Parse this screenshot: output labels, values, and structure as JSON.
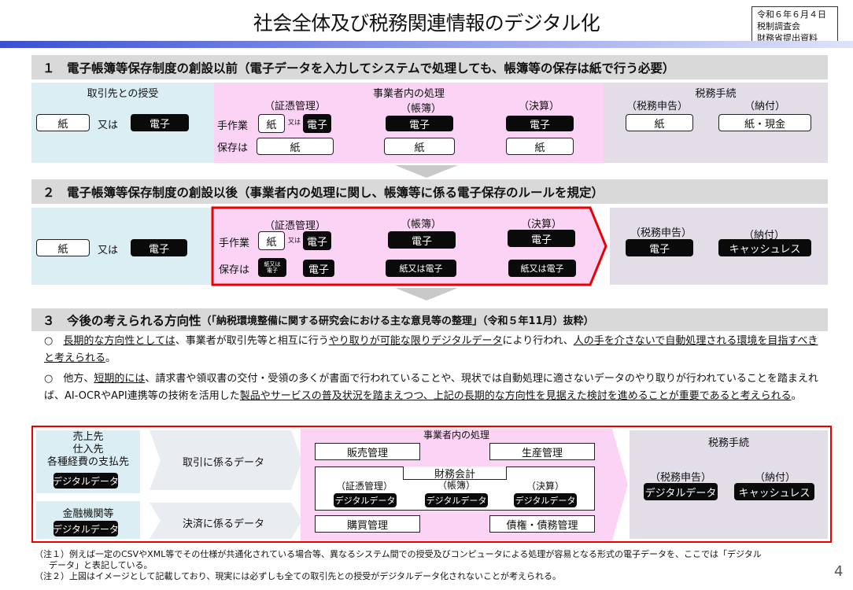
{
  "header": {
    "title": "社会全体及び税務関連情報のデジタル化",
    "date_lines": [
      "令和６年６月４日",
      "税制調査会",
      "財務省提出資料"
    ]
  },
  "s1": {
    "heading": "１　電子帳簿等保存制度の創設以前（電子データを入力してシステムで処理しても、帳簿等の保存は紙で行う必要）",
    "partner": "取引先との授受",
    "paper": "紙",
    "or": "又は",
    "elec": "電子",
    "inner": "事業者内の処理",
    "proof": "（証憑管理）",
    "book": "（帳簿）",
    "settle": "（決算）",
    "manual": "手作業",
    "small_or": "又は",
    "store": "保存は",
    "tax": "税務手続",
    "filing": "（税務申告）",
    "pay": "（納付）",
    "pay_val": "紙・現金"
  },
  "s2": {
    "heading": "２　電子帳簿等保存制度の創設以後（事業者内の処理に関し、帳簿等に係る電子保存のルールを規定）",
    "paper": "紙",
    "or": "又は",
    "elec": "電子",
    "proof": "（証憑管理）",
    "book": "（帳簿）",
    "settle": "（決算）",
    "manual": "手作業",
    "small_or": "又は",
    "store": "保存は",
    "tiny1": "紙又は",
    "tiny2": "電子",
    "paper_or_elec": "紙又は電子",
    "filing": "（税務申告）",
    "pay": "（納付）",
    "cashless": "キャッシュレス"
  },
  "s3": {
    "heading": "３　今後の考えられる方向性",
    "heading_sub": "（「納税環境整備に関する研究会における主な意見等の整理」（令和５年11月）抜粋）",
    "p1": [
      {
        "t": "○　"
      },
      {
        "t": "長期的な方向性としては",
        "u": true
      },
      {
        "t": "、事業者が取引先等と相互に行う"
      },
      {
        "t": "やり取りが可能な限りデジタルデータ",
        "u": true
      },
      {
        "t": "により行われ、"
      },
      {
        "t": "人の手を介さないで自動処理される環境を目指すべきと考えられる",
        "u": true
      },
      {
        "t": "。"
      }
    ],
    "p2": [
      {
        "t": "○　他方、"
      },
      {
        "t": "短期的には",
        "u": true
      },
      {
        "t": "、請求書や領収書の交付・受領の多くが書面で行われていることや、現状では自動処理に適さないデータのやり取りが行われていることを踏まえれば、AI-OCRやAPI連携等の技術を活用した"
      },
      {
        "t": "製品やサービスの普及状況を踏まえつつ、上記の長期的な方向性を見据えた検討を進めることが重要であると考えられる",
        "u": true
      },
      {
        "t": "。"
      }
    ]
  },
  "s4": {
    "customers": [
      "売上先",
      "仕入先",
      "各種経費の支払先"
    ],
    "digital": "デジタルデータ",
    "bank": "金融機関等",
    "trade_data": "取引に係るデータ",
    "settle_data": "決済に係るデータ",
    "inner": "事業者内の処理",
    "sales": "販売管理",
    "production": "生産管理",
    "accounting": "財務会計",
    "proof": "（証憑管理）",
    "book": "（帳簿）",
    "settle": "（決算）",
    "purchase": "購買管理",
    "debt": "債権・債務管理",
    "tax": "税務手続",
    "filing": "（税務申告）",
    "pay": "（納付）",
    "cashless": "キャッシュレス"
  },
  "notes": {
    "n1a": "（注１）例えば一定のCSVやXML等でその仕様が共通化されている場合等、異なるシステム間での授受及びコンピュータによる処理が容易となる形式の電子データを、ここでは「デジタル",
    "n1b": "データ」と表記している。",
    "n2": "（注２）上図はイメージとして記載しており、現実には必ずしも全ての取引先との授受がデジタルデータ化されないことが考えられる。"
  },
  "page_number": "4",
  "colors": {
    "accent_red": "#ee0000",
    "blue_panel": "#dbeef4",
    "pink_panel": "#fbd3f5",
    "lavender_panel": "#e3dde8",
    "section_bar": "#d9d9d9"
  }
}
